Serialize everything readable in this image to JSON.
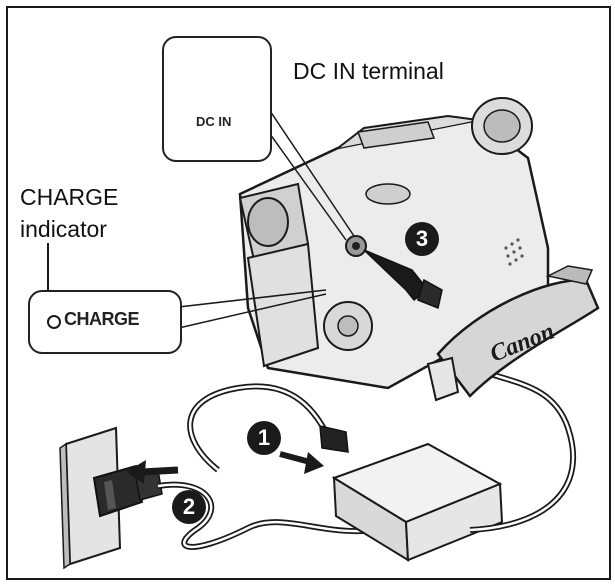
{
  "labels": {
    "dc_in_terminal": "DC IN terminal",
    "dc_in_closeup": "DC IN",
    "charge_indicator_line1": "CHARGE",
    "charge_indicator_line2": "indicator",
    "charge_closeup": "CHARGE",
    "brand": "Canon"
  },
  "steps": [
    "1",
    "2",
    "3"
  ],
  "colors": {
    "ink": "#1a1a1a",
    "camera_body": "#ececec",
    "camera_shadow": "#cfcfcf",
    "strap": "#d6d6d6",
    "adapter": "#e8e8e8",
    "outlet": "#e4e4e4"
  }
}
